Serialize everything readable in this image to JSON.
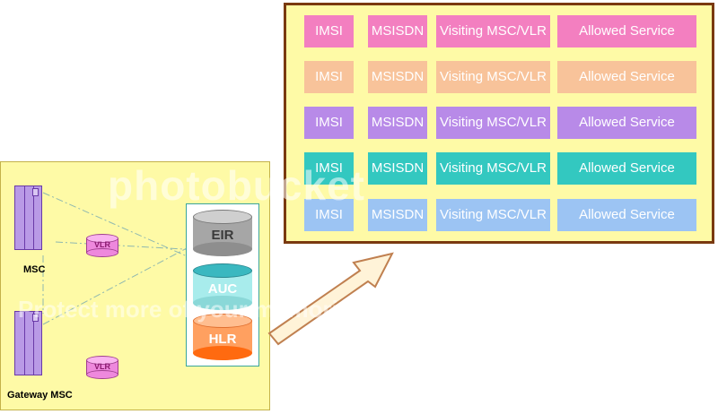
{
  "network": {
    "msc_label": "MSC",
    "gateway_msc_label": "Gateway MSC",
    "vlr_label": "VLR",
    "eir_label": "EIR",
    "auc_label": "AUC",
    "hlr_label": "HLR"
  },
  "table": {
    "rows": [
      {
        "color": "#f37fc0",
        "cells": [
          "IMSI",
          "MSISDN",
          "Visiting MSC/VLR",
          "Allowed Service"
        ]
      },
      {
        "color": "#f8c39a",
        "cells": [
          "IMSI",
          "MSISDN",
          "Visiting MSC/VLR",
          "Allowed Service"
        ]
      },
      {
        "color": "#b88ae8",
        "cells": [
          "IMSI",
          "MSISDN",
          "Visiting MSC/VLR",
          "Allowed Service"
        ]
      },
      {
        "color": "#33c8c0",
        "cells": [
          "IMSI",
          "MSISDN",
          "Visiting MSC/VLR",
          "Allowed Service"
        ]
      },
      {
        "color": "#9cc4f3",
        "cells": [
          "IMSI",
          "MSISDN",
          "Visiting MSC/VLR",
          "Allowed Service"
        ]
      }
    ]
  },
  "watermark": {
    "brand": "photobucket",
    "tagline": "Protect more of your memories for less!"
  },
  "colors": {
    "panel_bg": "#fefaa6",
    "panel_border": "#7a3a10",
    "server": "#b99ae6",
    "vlr": "#ee88dd",
    "eir": "#a6a6a6",
    "auc": "#a8ecec",
    "hlr": "#ffa060"
  }
}
